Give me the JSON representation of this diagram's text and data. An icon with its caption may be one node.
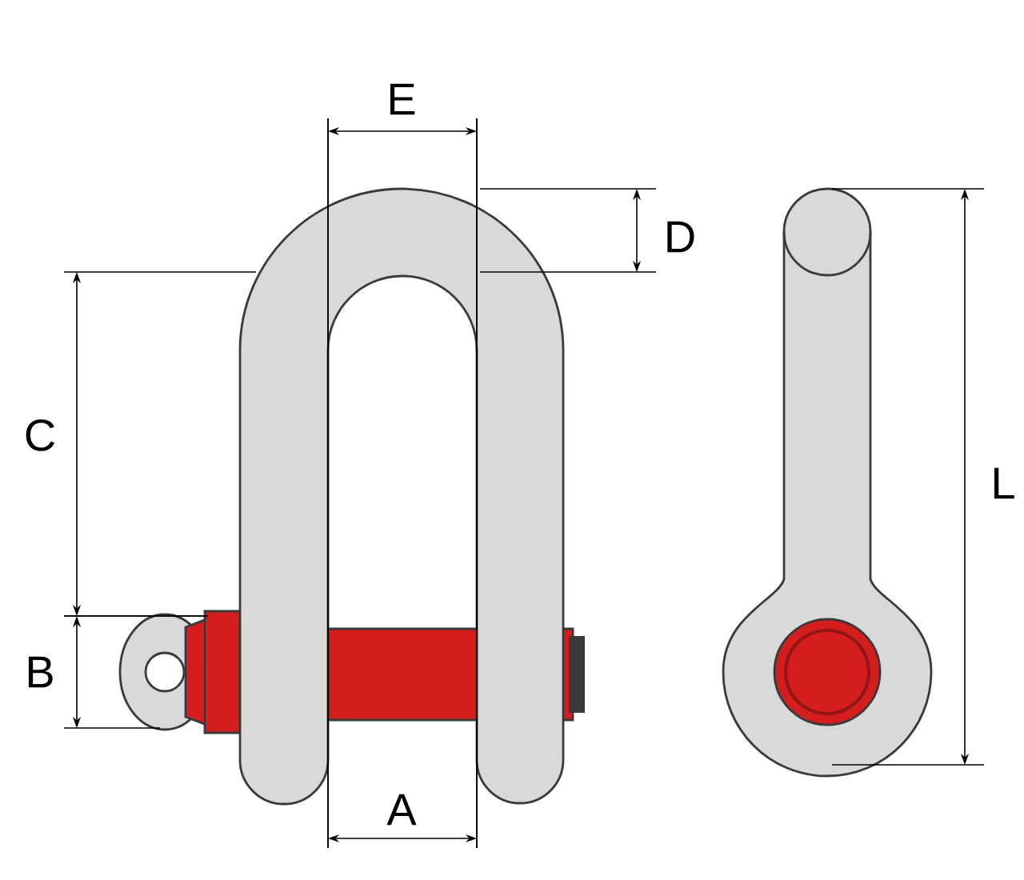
{
  "diagram": {
    "labels": [
      "E",
      "D",
      "C",
      "L",
      "B",
      "A"
    ]
  }
}
